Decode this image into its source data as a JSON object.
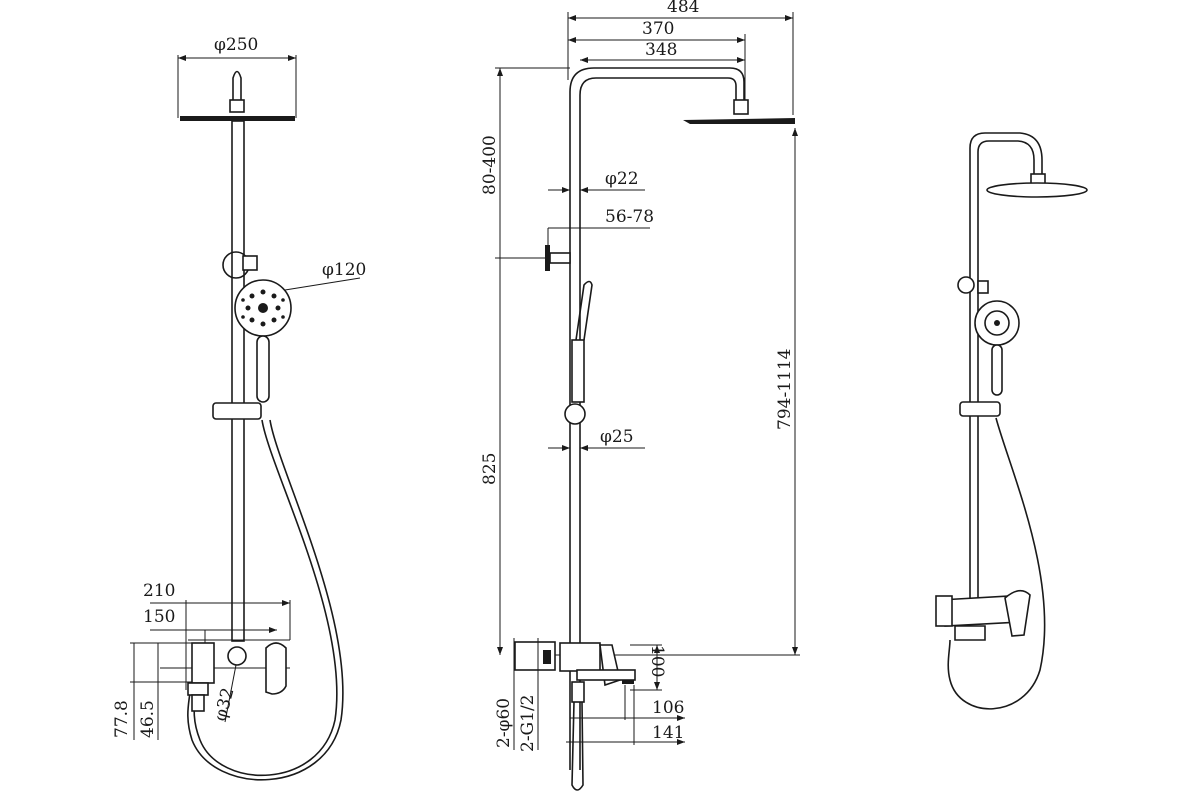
{
  "drawing": {
    "front_view": {
      "head_diameter": "φ250",
      "hand_shower_diameter": "φ120",
      "mixer_width_outer": "210",
      "mixer_width_inner": "150",
      "height_outer": "77.8",
      "height_inner": "46.5",
      "knob_diameter": "φ32"
    },
    "side_view": {
      "total_reach": "484",
      "arm_reach": "370",
      "arm_inner": "348",
      "top_adjust": "80-400",
      "rod_diameter": "φ22",
      "bracket_depth": "56-78",
      "overall_height": "794-1114",
      "lower_height": "825",
      "tube_diameter": "φ25",
      "mixer_height": "100",
      "spout_106": "106",
      "spout_141": "141",
      "flange": "2-φ60",
      "thread": "2-G1/2"
    }
  }
}
